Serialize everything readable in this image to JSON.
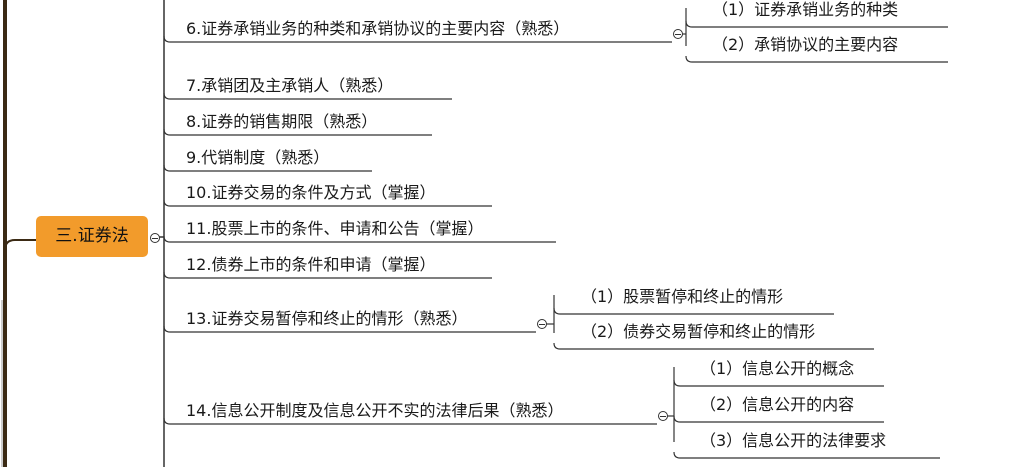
{
  "root": {
    "label": "三.证券法"
  },
  "items": [
    {
      "label": "6.证券承销业务的种类和承销协议的主要内容（熟悉）",
      "children": [
        "（1）证券承销业务的种类",
        "（2）承销协议的主要内容"
      ]
    },
    {
      "label": "7.承销团及主承销人（熟悉）",
      "children": []
    },
    {
      "label": "8.证券的销售期限（熟悉）",
      "children": []
    },
    {
      "label": "9.代销制度（熟悉）",
      "children": []
    },
    {
      "label": "10.证券交易的条件及方式（掌握）",
      "children": []
    },
    {
      "label": "11.股票上市的条件、申请和公告（掌握）",
      "children": []
    },
    {
      "label": "12.债券上市的条件和申请（掌握）",
      "children": []
    },
    {
      "label": "13.证券交易暂停和终止的情形（熟悉）",
      "children": [
        "（1）股票暂停和终止的情形",
        "（2）债券交易暂停和终止的情形"
      ]
    },
    {
      "label": "14.信息公开制度及信息公开不实的法律后果（熟悉）",
      "children": [
        "（1）信息公开的概念",
        "（2）信息公开的内容",
        "（3）信息公开的法律要求"
      ]
    }
  ],
  "colors": {
    "root_fill": "#f29b2b",
    "line": "#333333",
    "trunk": "#3b2a14"
  }
}
